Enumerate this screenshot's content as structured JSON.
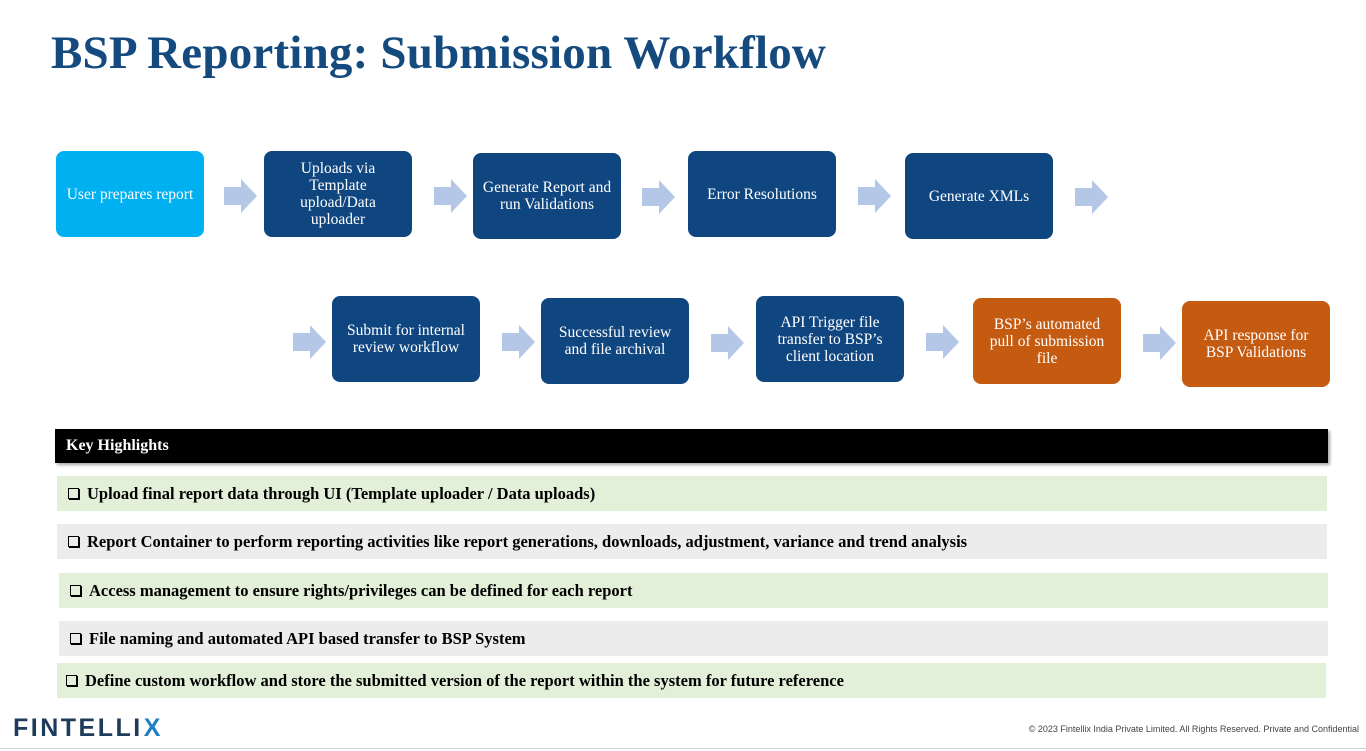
{
  "title": "BSP Reporting: Submission Workflow",
  "workflow": {
    "row1": [
      {
        "label": "User prepares report",
        "style": "light"
      },
      {
        "label": "Uploads via Template upload/Data uploader",
        "style": "dark"
      },
      {
        "label": "Generate Report and run Validations",
        "style": "dark"
      },
      {
        "label": "Error Resolutions",
        "style": "dark"
      },
      {
        "label": "Generate XMLs",
        "style": "dark"
      }
    ],
    "row2": [
      {
        "label": "Submit for internal review workflow",
        "style": "dark"
      },
      {
        "label": "Successful review and file archival",
        "style": "dark"
      },
      {
        "label": "API Trigger file transfer to BSP’s client location",
        "style": "dark"
      },
      {
        "label": "BSP’s automated pull of submission file",
        "style": "orange"
      },
      {
        "label": "API response for BSP Validations",
        "style": "orange"
      }
    ]
  },
  "colors": {
    "title": "#154a7e",
    "light_box": "#00b0f0",
    "dark_box": "#104680",
    "orange_box": "#c55a11",
    "arrow": "#b4c7e7",
    "highlight_green": "#e2efd9",
    "highlight_grey": "#ececec"
  },
  "highlights": {
    "header": "Key Highlights",
    "items": [
      "Upload final report data through UI (Template uploader / Data uploads)",
      "Report Container to perform reporting activities like report generations, downloads, adjustment, variance and trend analysis",
      "Access management to ensure rights/privileges can be defined for each report",
      "File naming and automated  API based transfer to  BSP System",
      "Define custom workflow and store the submitted version of the report within the system for future reference"
    ]
  },
  "footer": {
    "logo_text": "FINTELLI",
    "logo_x": "X",
    "copyright": "© 2023 Fintellix India Private Limited. All Rights Reserved. Private and Confidential"
  }
}
